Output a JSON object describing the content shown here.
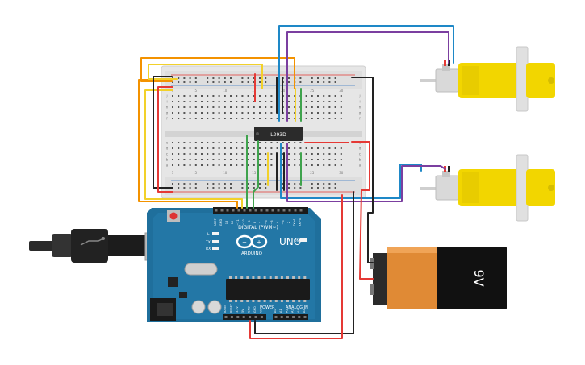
{
  "chip": {
    "label": "L293D"
  },
  "arduino": {
    "model": "UNO",
    "brand": "ARDUINO",
    "digital_header": "DIGITAL (PWM~)",
    "power_header": "POWER",
    "analog_header": "ANALOG IN",
    "power_pins": [
      "IOREF",
      "RESET",
      "3.3V",
      "5V",
      "GND",
      "GND",
      "Vin"
    ],
    "analog_pins": [
      "A0",
      "A1",
      "A2",
      "A3",
      "A4",
      "A5"
    ],
    "digital_pins": [
      "AREF",
      "GND",
      "13",
      "12",
      "~11",
      "~10",
      "~9",
      "8",
      "7",
      "~6",
      "~5",
      "4",
      "~3",
      "2",
      "TX→1",
      "RX←0"
    ],
    "led_labels": [
      "L",
      "TX",
      "RX",
      "ON"
    ]
  },
  "battery": {
    "label": "9V"
  },
  "breadboard": {
    "column_numbers": [
      "1",
      "5",
      "10",
      "15",
      "20",
      "25",
      "30"
    ],
    "row_letters_top": [
      "j",
      "i",
      "h",
      "g",
      "f"
    ],
    "row_letters_bottom": [
      "e",
      "d",
      "c",
      "b",
      "a"
    ]
  },
  "colors": {
    "wire_red": "#e53935",
    "wire_black": "#222222",
    "wire_orange": "#f39200",
    "wire_yellow": "#f2d12a",
    "wire_blue": "#1e88c7",
    "wire_purple": "#7b3fa0",
    "wire_green": "#3fa34d",
    "arduino_blue": "#1f6f9c",
    "motor_yellow": "#f2d600",
    "battery_orange": "#e08a35"
  }
}
